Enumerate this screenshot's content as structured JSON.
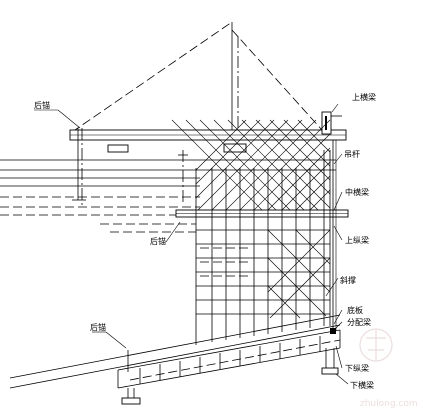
{
  "labels": {
    "anchor_top": "后锚",
    "anchor_mid": "后锚",
    "anchor_bottom": "后锚",
    "upper_beam": "上横梁",
    "hanger": "吊杆",
    "middle_beam": "中横梁",
    "upper_longitudinal": "上纵梁",
    "diagonal_brace": "斜撑",
    "base_plate": "底板",
    "cross_beam": "分配梁",
    "lower_longitudinal": "下纵梁",
    "lower_beam": "下横梁"
  },
  "watermark": "zhulong.com"
}
